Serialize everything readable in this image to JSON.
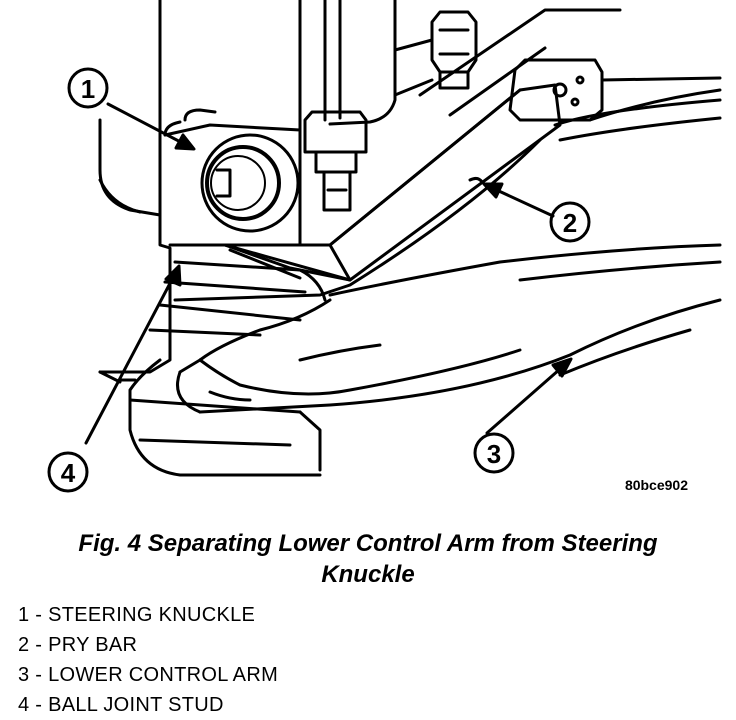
{
  "figure": {
    "image_code": "80bce902",
    "callouts": [
      "1",
      "2",
      "3",
      "4"
    ]
  },
  "caption": {
    "line1": "Fig. 4 Separating Lower Control Arm from Steering",
    "line2": "Knuckle"
  },
  "legend": [
    "1 - STEERING KNUCKLE",
    "2 - PRY BAR",
    "3 - LOWER CONTROL ARM",
    "4 - BALL JOINT STUD"
  ]
}
